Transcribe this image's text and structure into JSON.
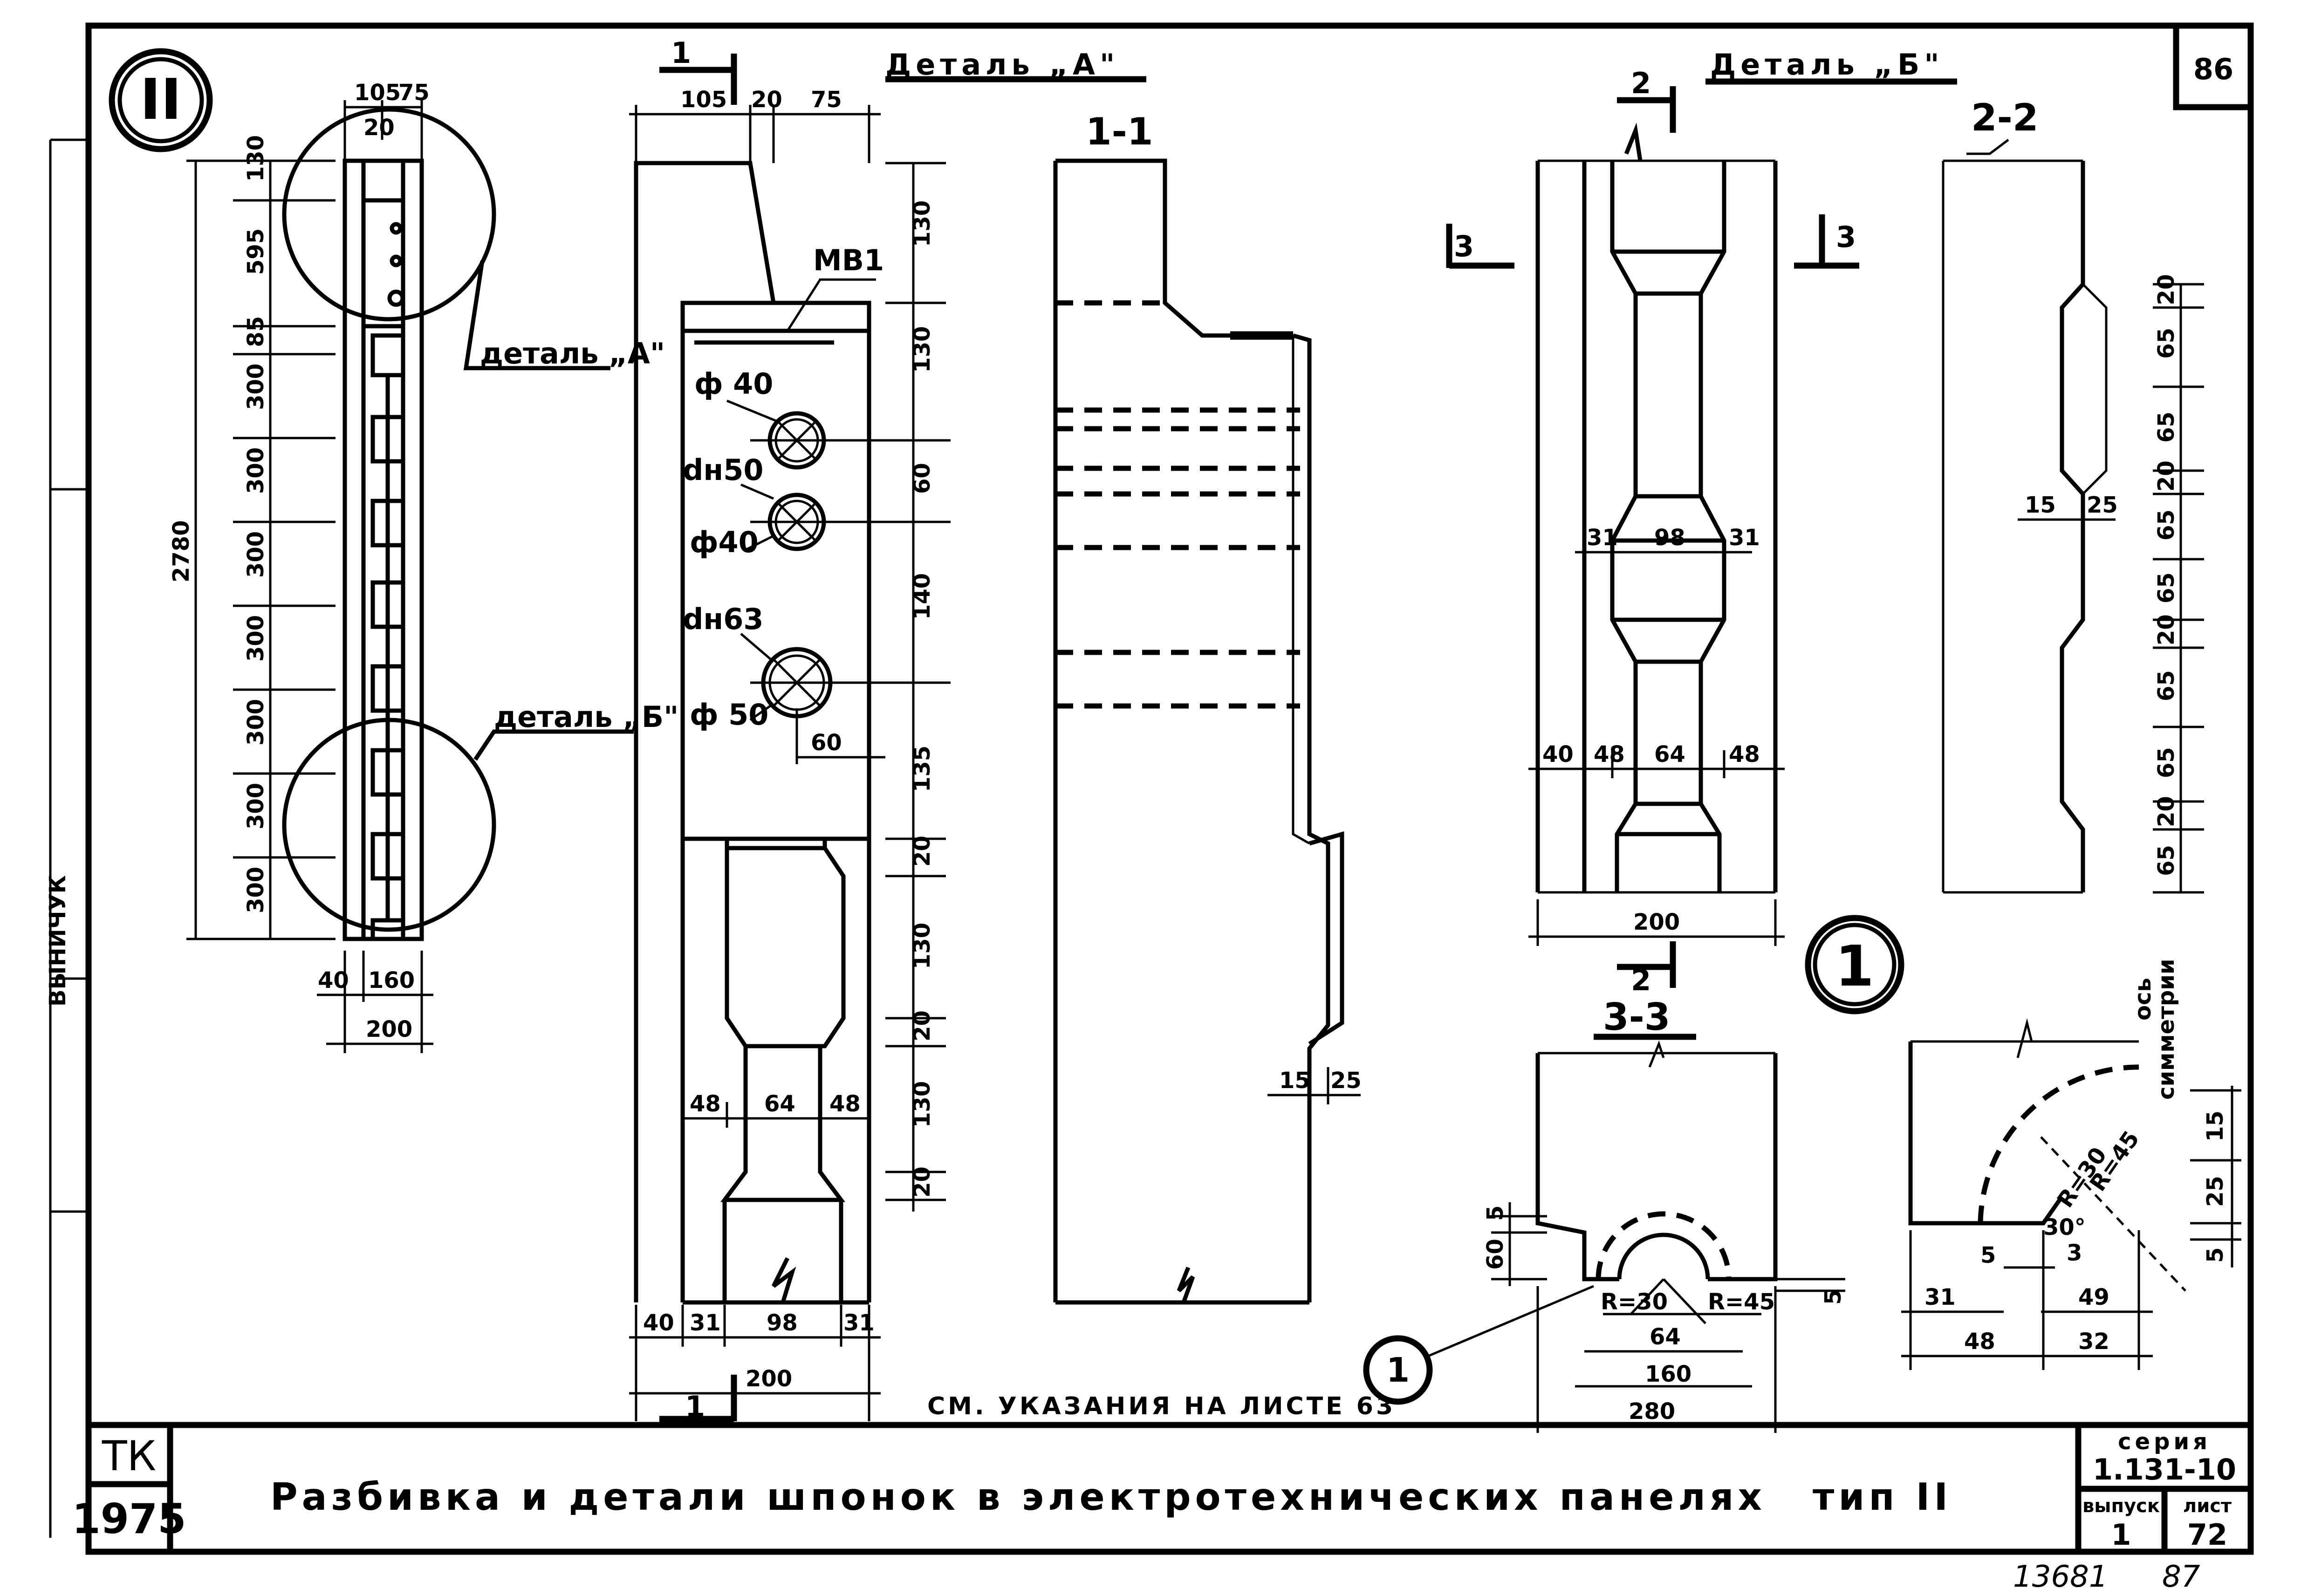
{
  "sheet": {
    "corner_number": "86",
    "type_roman": "II",
    "node_marker": "1",
    "note": "СМ. УКАЗАНИЯ НА ЛИСТЕ 63",
    "margin_stamp": "ВЫНИЧУК",
    "handwritten_left": "13681",
    "handwritten_right": "87"
  },
  "title_block": {
    "org": "ТК",
    "year": "1975",
    "title": "Разбивка и детали шпонок в электротехнических панелях",
    "type_label": "тип II",
    "series_label": "серия",
    "series_value": "1.131-10",
    "issue_label": "выпуск",
    "issue_value": "1",
    "sheet_label": "лист",
    "sheet_value": "72"
  },
  "overview": {
    "top_dims": [
      "105",
      "75",
      "20"
    ],
    "vertical_dims": [
      "130",
      "595",
      "85",
      "300",
      "300",
      "300",
      "300",
      "300",
      "300",
      "300"
    ],
    "height": "2780",
    "bottom_dims": [
      "40",
      "160",
      "200"
    ],
    "detail_a_label": "деталь „А\"",
    "detail_b_label": "деталь „Б\""
  },
  "detail_a": {
    "title": "Деталь „А\"",
    "cut_mark": "1",
    "top_dims": [
      "105",
      "20",
      "75"
    ],
    "embedded": "МВ1",
    "hole_labels": [
      "ф 40",
      "dн50",
      "ф40",
      "dн63",
      "ф 50"
    ],
    "hole_offset": "60",
    "right_dims": [
      "130",
      "130",
      "60",
      "140",
      "135",
      "20",
      "130",
      "20",
      "130",
      "20"
    ],
    "key_dims": [
      "48",
      "64",
      "48"
    ],
    "bottom_dims": [
      "40",
      "31",
      "98",
      "31"
    ],
    "width": "200"
  },
  "section_1_1": {
    "title": "1-1",
    "dims": [
      "15",
      "25"
    ]
  },
  "detail_b": {
    "title": "Деталь „Б\"",
    "cut_top": "2",
    "cut_left": "3",
    "cut_right": "3",
    "mid_dims": [
      "31",
      "98",
      "31"
    ],
    "bottom_dims": [
      "40",
      "48",
      "64",
      "48"
    ],
    "width": "200",
    "cut_bottom": "2"
  },
  "section_2_2": {
    "title": "2-2",
    "dims": [
      "15",
      "25"
    ],
    "right_dims": [
      "20",
      "65",
      "65",
      "20",
      "65",
      "65",
      "20",
      "65",
      "65",
      "20",
      "65"
    ]
  },
  "section_3_3": {
    "title": "3-3",
    "dims_left": [
      "5",
      "60"
    ],
    "radii": [
      "R=30",
      "R=45"
    ],
    "bottom_dims": [
      "64",
      "160",
      "280"
    ],
    "right_dim": "5",
    "callout": "1"
  },
  "node_1": {
    "axis_label_1": "ось",
    "axis_label_2": "симметрии",
    "radii": [
      "R=30",
      "R=45"
    ],
    "angle": "30°",
    "dims": [
      "5",
      "3",
      "31",
      "49",
      "48",
      "32"
    ],
    "right_dims": [
      "15",
      "25",
      "5"
    ]
  }
}
